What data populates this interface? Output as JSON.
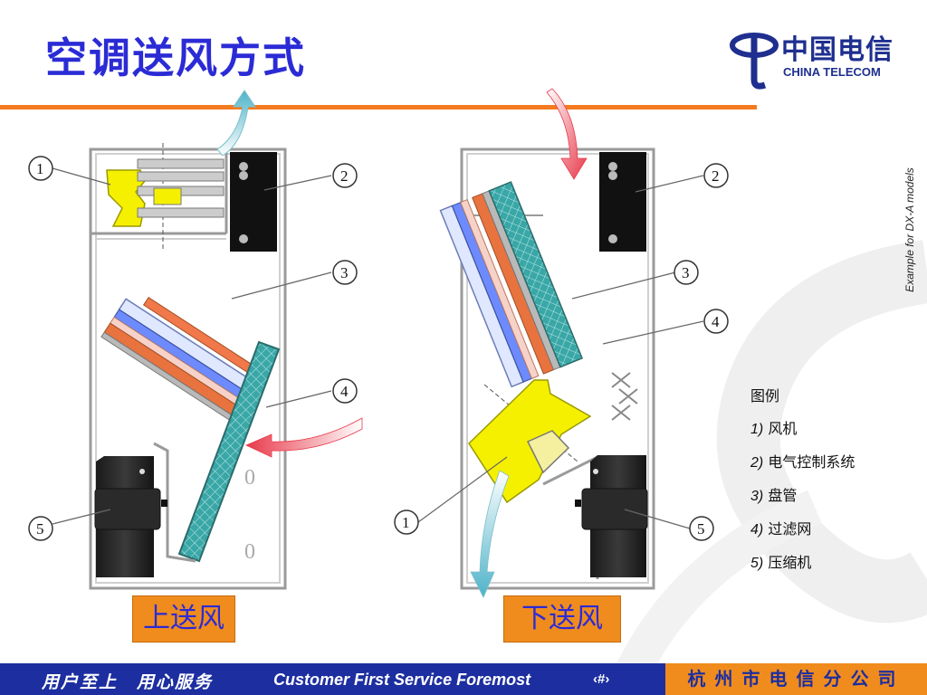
{
  "title": "空调送风方式",
  "logo": {
    "cn": "中国电信",
    "en": "CHINA TELECOM"
  },
  "side_note": "Example for DX-A models",
  "legend": {
    "heading": "图例",
    "items": [
      {
        "num": "1)",
        "label": "风机"
      },
      {
        "num": "2)",
        "label": "电气控制系统"
      },
      {
        "num": "3)",
        "label": "盘管"
      },
      {
        "num": "4)",
        "label": "过滤网"
      },
      {
        "num": "5)",
        "label": "压缩机"
      }
    ]
  },
  "diagrams": {
    "left": {
      "label": "上送风",
      "callouts": [
        "1",
        "2",
        "3",
        "4",
        "5"
      ]
    },
    "right": {
      "label": "下送风",
      "callouts": [
        "1",
        "2",
        "3",
        "4",
        "5"
      ]
    }
  },
  "footer": {
    "slogan": "用户至上　用心服务",
    "slogan_en": "Customer First Service Foremost",
    "page": "‹#›",
    "company": "杭州市电信分公司"
  },
  "colors": {
    "title": "#2b2bd6",
    "accent": "#f47a1f",
    "footer_bg": "#1c2ea0",
    "label_bg": "#f08c1e"
  }
}
